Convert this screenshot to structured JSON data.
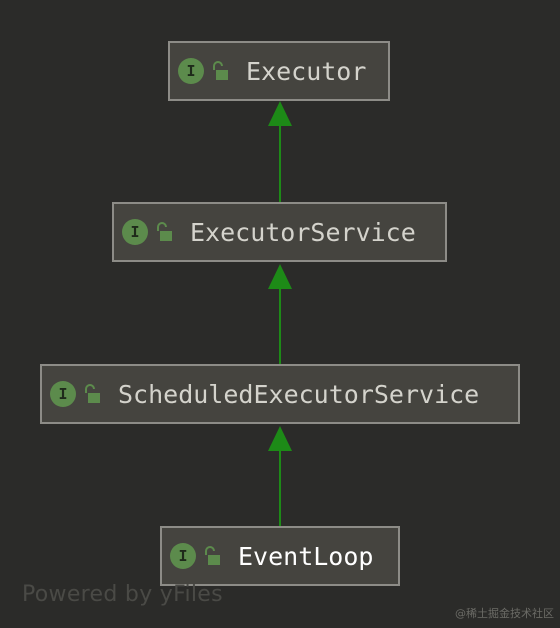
{
  "diagram": {
    "nodes": [
      {
        "label": "Executor",
        "badge": "I",
        "icon": "interface-badge-icon",
        "access_icon": "unlock-icon"
      },
      {
        "label": "ExecutorService",
        "badge": "I",
        "icon": "interface-badge-icon",
        "access_icon": "unlock-icon"
      },
      {
        "label": "ScheduledExecutorService",
        "badge": "I",
        "icon": "interface-badge-icon",
        "access_icon": "unlock-icon"
      },
      {
        "label": "EventLoop",
        "badge": "I",
        "icon": "interface-badge-icon",
        "access_icon": "unlock-icon"
      }
    ],
    "edges": [
      {
        "from": "ExecutorService",
        "to": "Executor",
        "type": "extends"
      },
      {
        "from": "ScheduledExecutorService",
        "to": "ExecutorService",
        "type": "extends"
      },
      {
        "from": "EventLoop",
        "to": "ScheduledExecutorService",
        "type": "extends"
      }
    ]
  },
  "watermark": "Powered by yFiles",
  "credit": "@稀土掘金技术社区",
  "colors": {
    "background": "#2b2b29",
    "node_fill": "#45443f",
    "node_border": "#8d8c87",
    "edge": "#1d8a17",
    "badge": "#5c8b4c"
  }
}
